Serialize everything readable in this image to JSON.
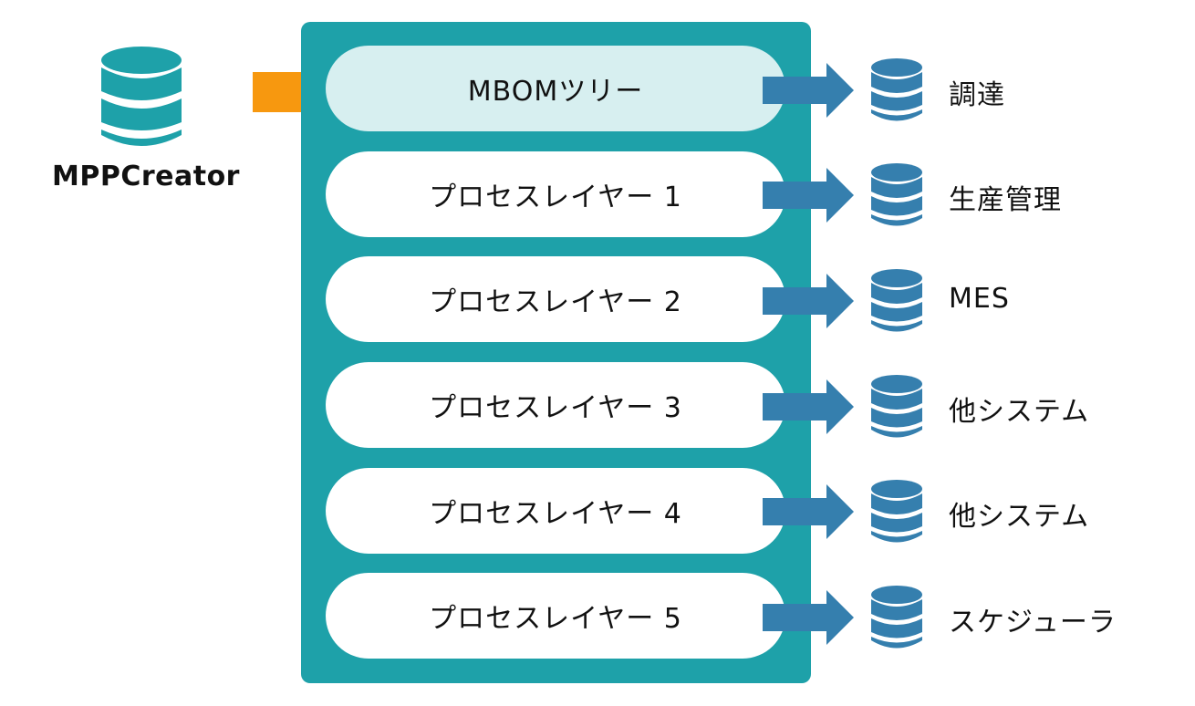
{
  "source": {
    "label": "MPPCreator",
    "icon": "database-icon",
    "color": "#1ea1a9"
  },
  "input_arrow": {
    "color": "#f7980f"
  },
  "container": {
    "color": "#1ea1a9",
    "layers": [
      {
        "label": "MBOMツリー",
        "highlight": true
      },
      {
        "label": "プロセスレイヤー 1",
        "highlight": false
      },
      {
        "label": "プロセスレイヤー 2",
        "highlight": false
      },
      {
        "label": "プロセスレイヤー 3",
        "highlight": false
      },
      {
        "label": "プロセスレイヤー 4",
        "highlight": false
      },
      {
        "label": "プロセスレイヤー 5",
        "highlight": false
      }
    ]
  },
  "output_arrow": {
    "color": "#357fae"
  },
  "targets": [
    {
      "label": "調達",
      "icon": "database-icon"
    },
    {
      "label": "生産管理",
      "icon": "database-icon"
    },
    {
      "label": "MES",
      "icon": "database-icon"
    },
    {
      "label": "他システム",
      "icon": "database-icon"
    },
    {
      "label": "他システム",
      "icon": "database-icon"
    },
    {
      "label": "スケジューラ",
      "icon": "database-icon"
    }
  ],
  "colors": {
    "layer_fill": "#ffffff",
    "layer_highlight_fill": "#d7eff0",
    "target_db": "#357fae"
  }
}
